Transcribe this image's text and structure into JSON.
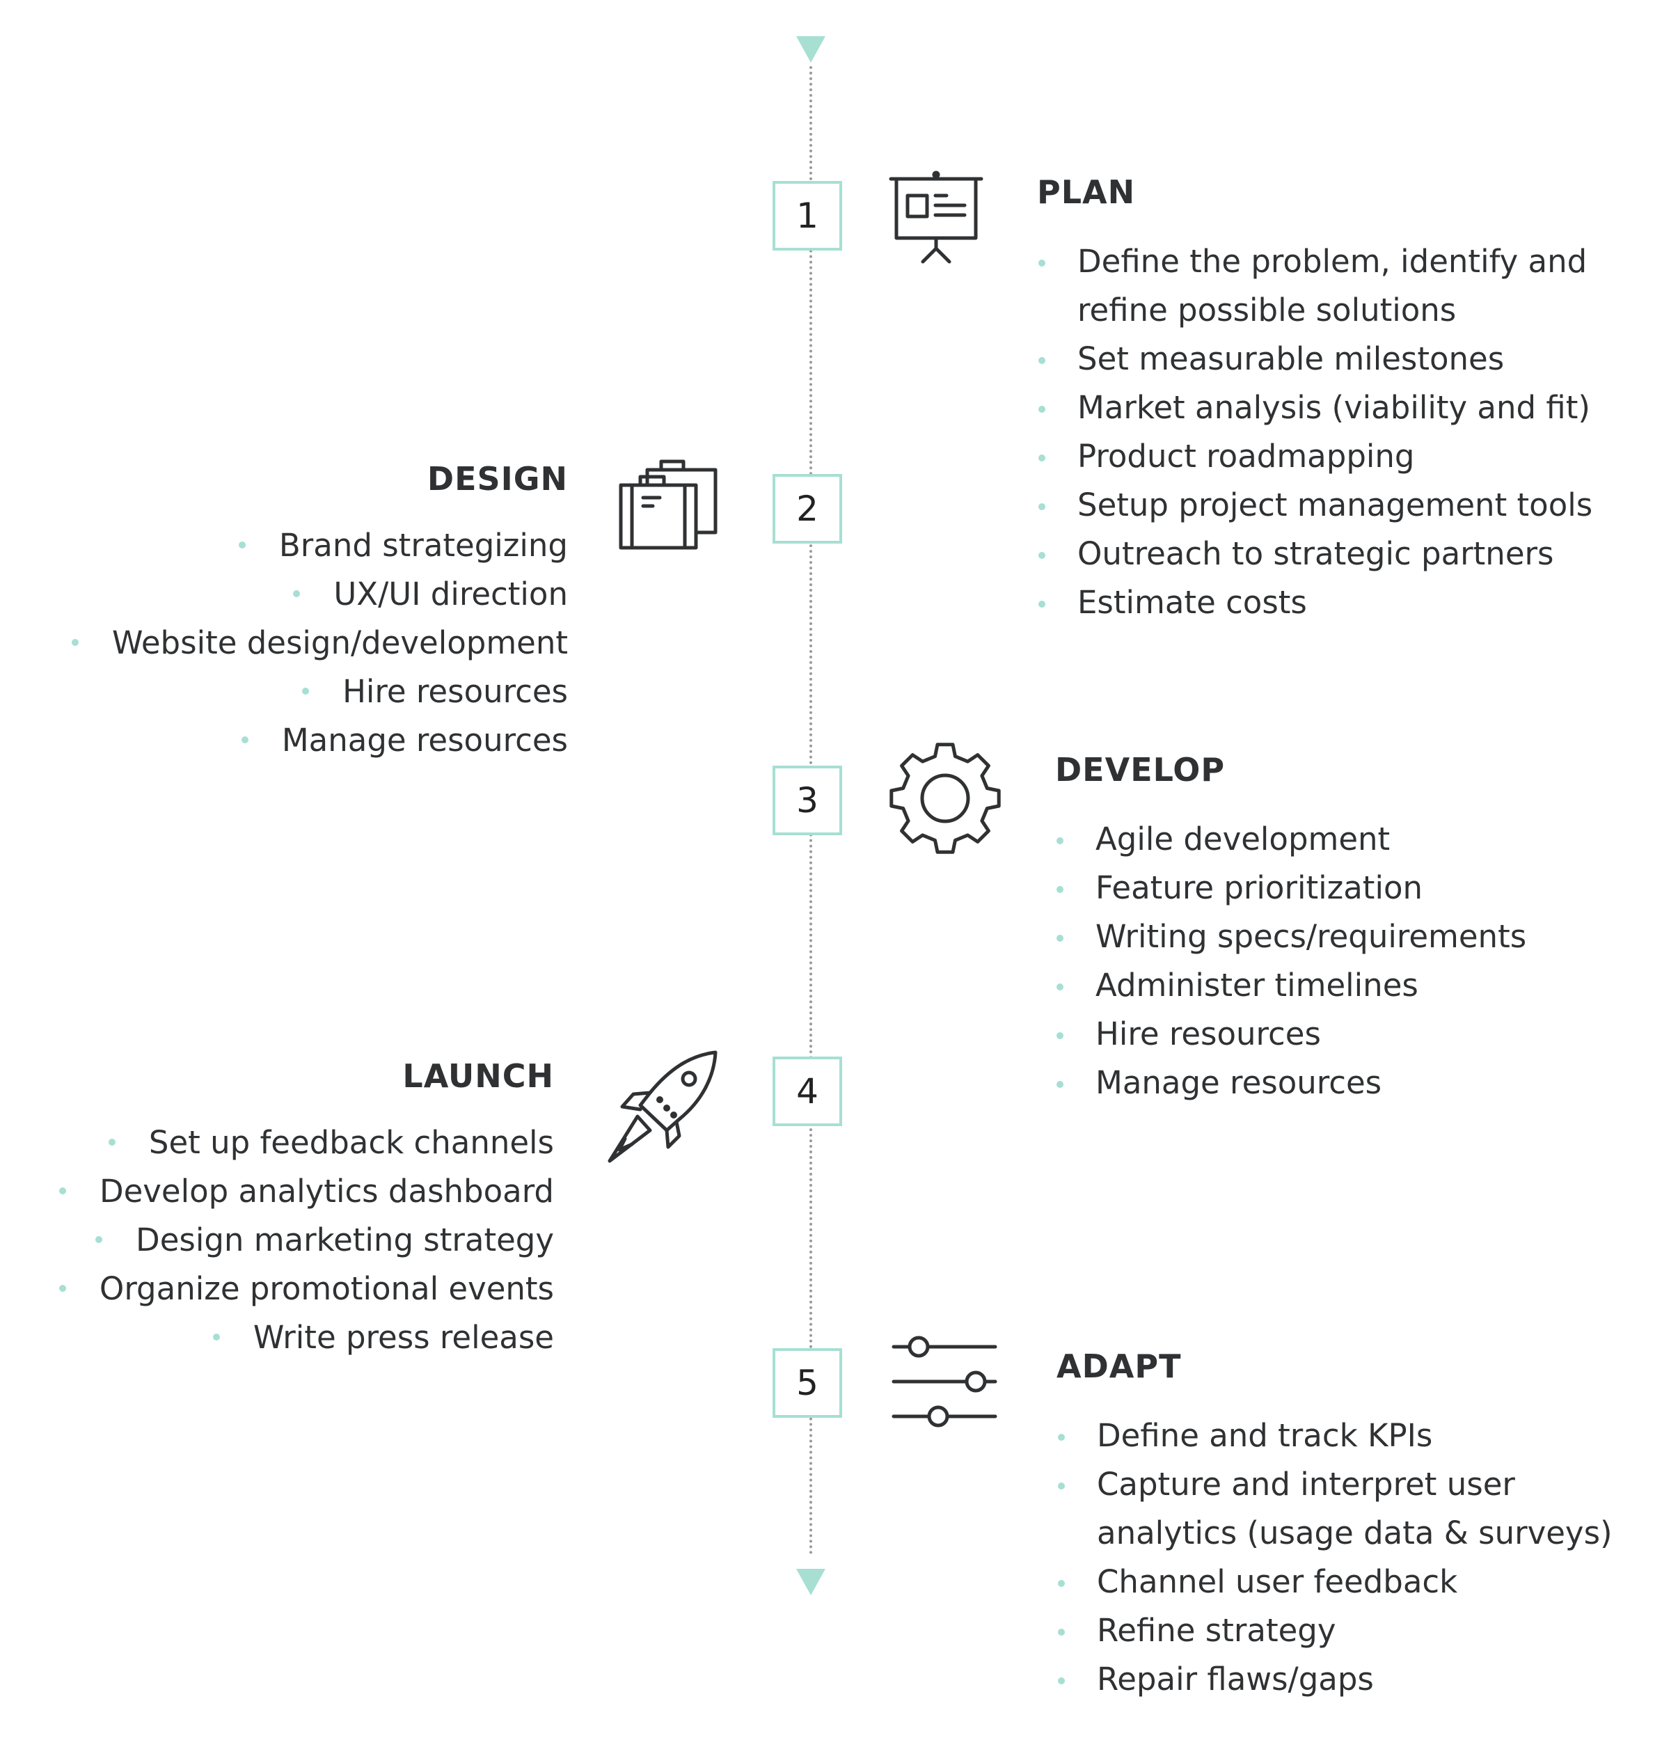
{
  "accent_color": "#a7dfd3",
  "steps": [
    {
      "number": "1",
      "title": "PLAN",
      "icon": "presentation-board-icon",
      "items": [
        "Define the problem, identify and",
        "refine possible solutions",
        "Set measurable milestones",
        "Market analysis (viability and fit)",
        "Product roadmapping",
        "Setup project management tools",
        "Outreach to strategic partners",
        "Estimate costs"
      ]
    },
    {
      "number": "2",
      "title": "DESIGN",
      "icon": "briefcase-icon",
      "items": [
        "Brand strategizing",
        "UX/UI direction",
        "Website design/development",
        "Hire resources",
        "Manage resources"
      ]
    },
    {
      "number": "3",
      "title": "DEVELOP",
      "icon": "gear-icon",
      "items": [
        "Agile development",
        "Feature prioritization",
        "Writing specs/requirements",
        "Administer timelines",
        "Hire resources",
        "Manage resources"
      ]
    },
    {
      "number": "4",
      "title": "LAUNCH",
      "icon": "rocket-icon",
      "items": [
        "Set up feedback channels",
        "Develop analytics dashboard",
        "Design marketing strategy",
        "Organize promotional events",
        "Write press release"
      ]
    },
    {
      "number": "5",
      "title": "ADAPT",
      "icon": "sliders-icon",
      "items": [
        "Define and track KPIs",
        "Capture and interpret user",
        "analytics (usage data & surveys)",
        "Channel user feedback",
        "Refine strategy",
        "Repair flaws/gaps"
      ]
    }
  ]
}
